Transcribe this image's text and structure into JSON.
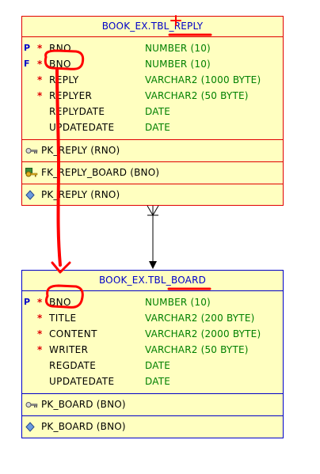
{
  "colors": {
    "reply_border": "#e00000",
    "board_border": "#0000c8",
    "entity_fill": "#ffffc0",
    "type_text": "#008000",
    "annotation": "#ff0000"
  },
  "reply_table": {
    "title": "BOOK_EX.TBL_REPLY",
    "columns": [
      {
        "key": "P",
        "required": "*",
        "name": "RNO",
        "type": "NUMBER (10)"
      },
      {
        "key": "F",
        "required": "*",
        "name": "BNO",
        "type": "NUMBER (10)"
      },
      {
        "key": "",
        "required": "*",
        "name": "REPLY",
        "type": "VARCHAR2 (1000 BYTE)"
      },
      {
        "key": "",
        "required": "*",
        "name": "REPLYER",
        "type": "VARCHAR2 (50 BYTE)"
      },
      {
        "key": "",
        "required": "",
        "name": "REPLYDATE",
        "type": "DATE"
      },
      {
        "key": "",
        "required": "",
        "name": "UPDATEDATE",
        "type": "DATE"
      }
    ],
    "primary_key": "PK_REPLY (RNO)",
    "foreign_key": "FK_REPLY_BOARD (BNO)",
    "index": "PK_REPLY (RNO)",
    "icons": {
      "primary_key": "key-icon",
      "foreign_key": "foreign-key-icon",
      "index": "diamond-icon"
    }
  },
  "board_table": {
    "title": "BOOK_EX.TBL_BOARD",
    "columns": [
      {
        "key": "P",
        "required": "*",
        "name": "BNO",
        "type": "NUMBER (10)"
      },
      {
        "key": "",
        "required": "*",
        "name": "TITLE",
        "type": "VARCHAR2 (200 BYTE)"
      },
      {
        "key": "",
        "required": "*",
        "name": "CONTENT",
        "type": "VARCHAR2 (2000 BYTE)"
      },
      {
        "key": "",
        "required": "*",
        "name": "WRITER",
        "type": "VARCHAR2 (50 BYTE)"
      },
      {
        "key": "",
        "required": "",
        "name": "REGDATE",
        "type": "DATE"
      },
      {
        "key": "",
        "required": "",
        "name": "UPDATEDATE",
        "type": "DATE"
      }
    ],
    "primary_key": "PK_BOARD (BNO)",
    "index": "PK_BOARD (BNO)",
    "icons": {
      "primary_key": "key-icon",
      "index": "diamond-icon"
    }
  },
  "relationship": {
    "from": "BOOK_EX.TBL_REPLY",
    "to": "BOOK_EX.TBL_BOARD",
    "notation": "crow-foot-many-to-one"
  }
}
